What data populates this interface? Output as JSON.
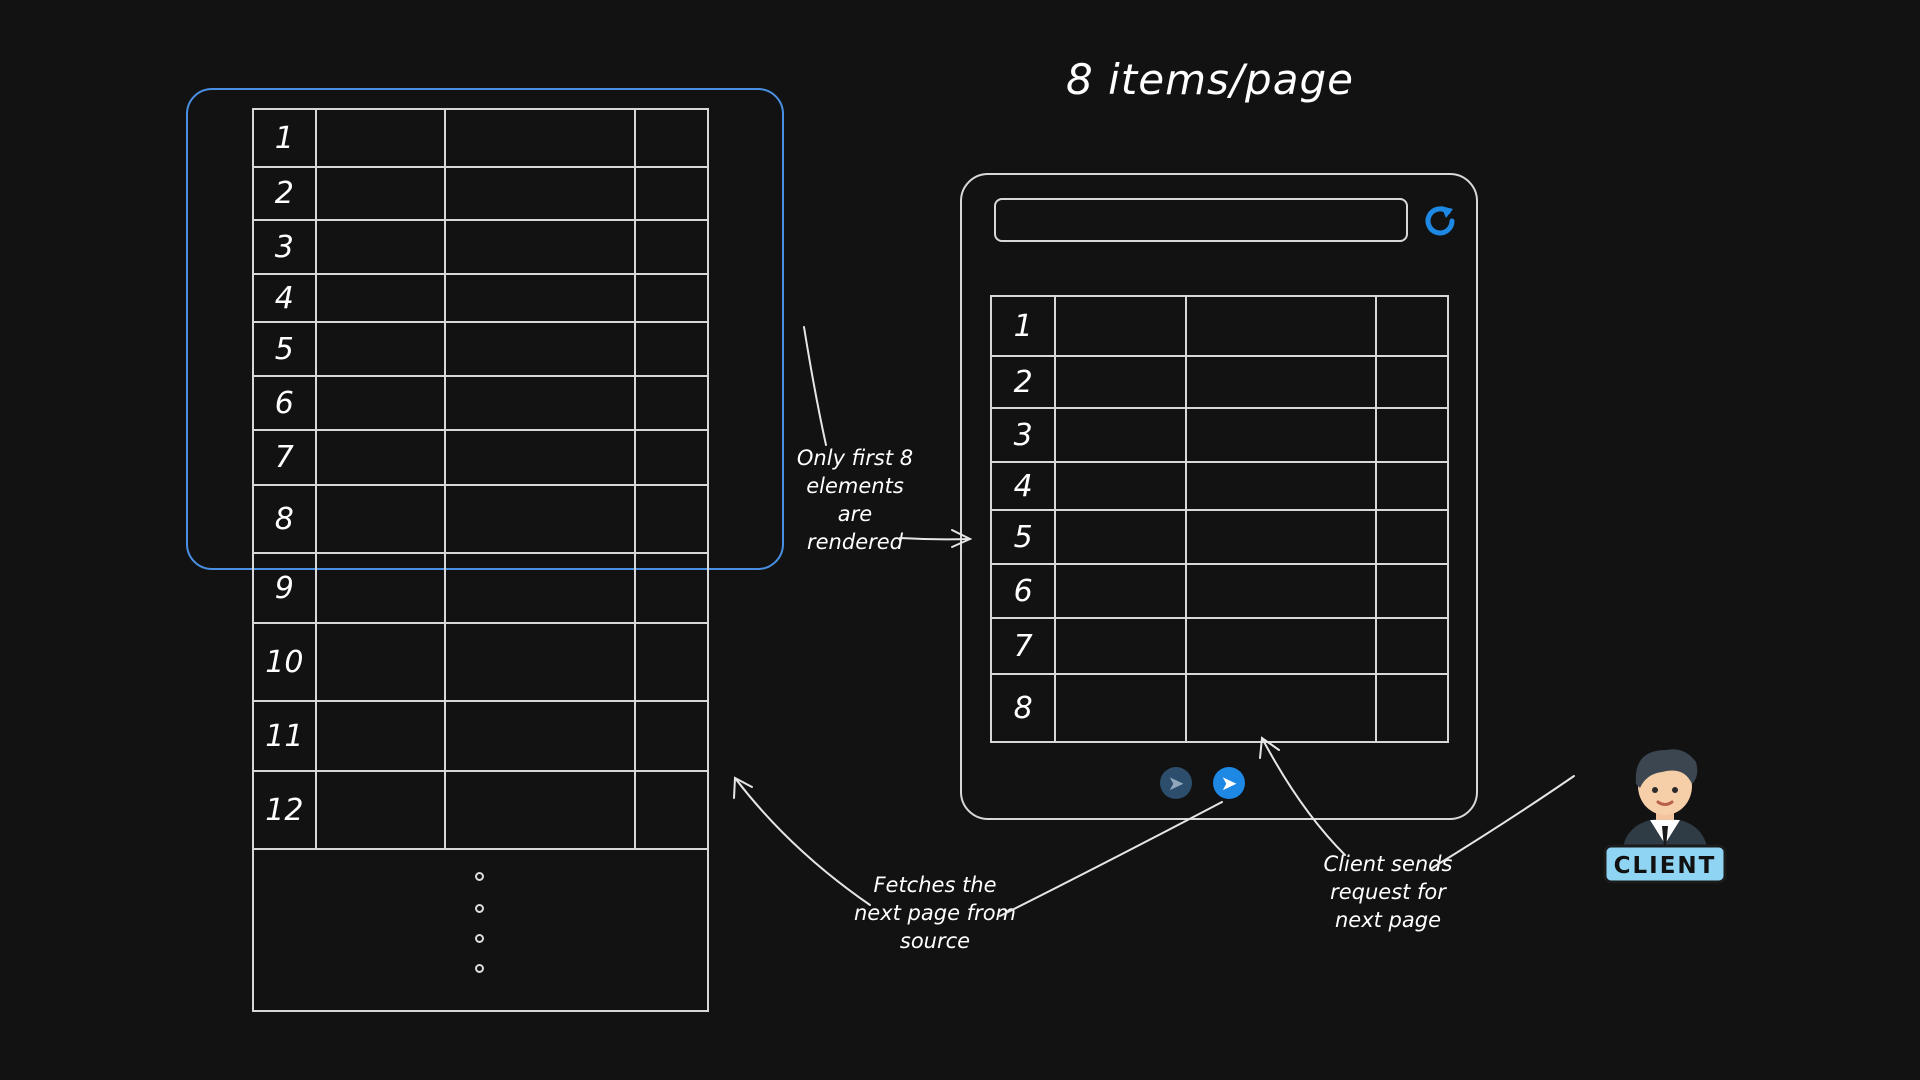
{
  "title": "8 items/page",
  "source_rows": [
    "1",
    "2",
    "3",
    "4",
    "5",
    "6",
    "7",
    "8",
    "9",
    "10",
    "11",
    "12"
  ],
  "client_rows": [
    "1",
    "2",
    "3",
    "4",
    "5",
    "6",
    "7",
    "8"
  ],
  "notes": {
    "rendered": "Only first 8 elements are rendered",
    "fetch": "Fetches the next page from source",
    "request": "Client sends request for next page"
  },
  "client_badge": "CLIENT",
  "icons": {
    "refresh": "refresh-icon",
    "prev": "arrow-left-icon",
    "next": "arrow-right-icon",
    "client": "client-avatar-icon"
  },
  "colors": {
    "background": "#121212",
    "highlight": "#4a90e2",
    "accent": "#1e88e5",
    "line": "#d8d8d8"
  }
}
